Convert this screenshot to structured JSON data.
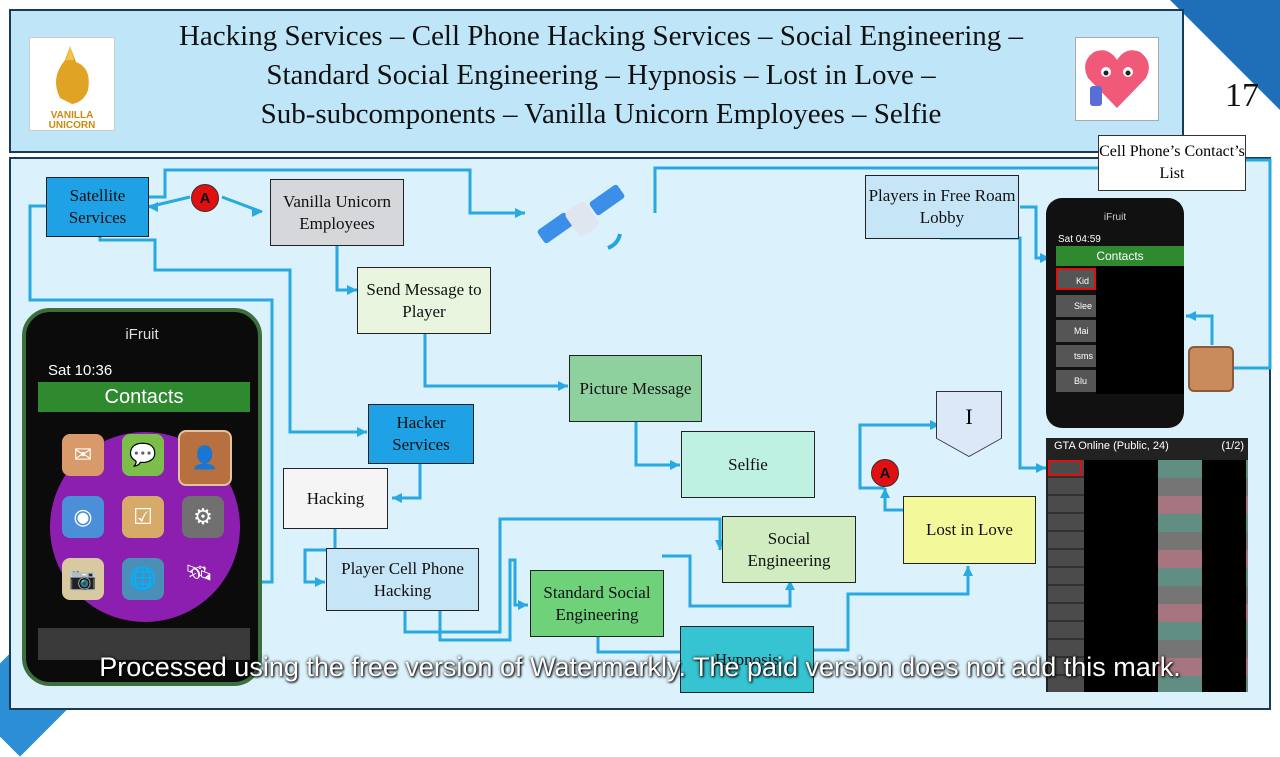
{
  "header": {
    "title_line1": "Hacking Services – Cell Phone Hacking Services – Social Engineering –",
    "title_line2": "Standard Social Engineering – Hypnosis – Lost in Love –",
    "title_line3": "Sub-subcomponents – Vanilla Unicorn Employees – Selfie",
    "page_number": "17",
    "logo_text": "VANILLA UNICORN",
    "heart_icon": "heart-emoji-icon"
  },
  "nodes": {
    "satellite_services": "Satellite Services",
    "vanilla_unicorn_employees": "Vanilla Unicorn Employees",
    "send_message": "Send Message to Player",
    "picture_message": "Picture Message",
    "hacker_services": "Hacker Services",
    "selfie": "Selfie",
    "hacking": "Hacking",
    "player_cell_phone_hacking": "Player Cell Phone Hacking",
    "social_engineering": "Social Engineering",
    "standard_social_engineering": "Standard Social Engineering",
    "hypnosis": "Hypnosis",
    "lost_in_love": "Lost in Love",
    "players_in_free_roam": "Players in Free Roam Lobby",
    "cell_phone_contacts": "Cell Phone’s Contact’s List",
    "marker_a": "A",
    "pentagon_label": "I"
  },
  "phone_big": {
    "brand": "iFruit",
    "status": "Sat   10:36",
    "header": "Contacts"
  },
  "phone_small": {
    "brand": "iFruit",
    "status": "Sat   04:59",
    "header": "Contacts",
    "rows": [
      "Kid",
      "Slee",
      "Mai",
      "tsms",
      "Blu"
    ]
  },
  "lobby": {
    "title": "GTA Online (Public, 24)",
    "page": "(1/2)"
  },
  "watermark": "Processed using the free version of Watermarkly. The paid version does not add this mark.",
  "colors": {
    "connector": "#29a9e1",
    "marker": "#e01010",
    "header_bg": "#bfe6f8"
  }
}
